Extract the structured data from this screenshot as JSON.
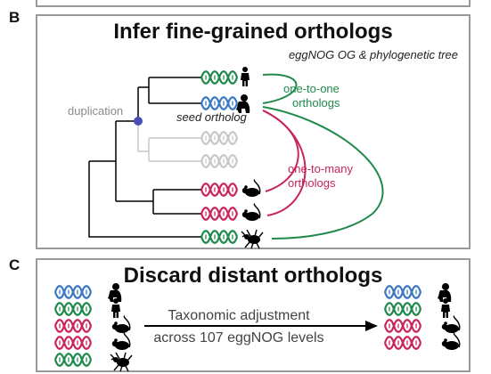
{
  "panel_b": {
    "letter": "B",
    "title": "Infer fine-grained orthologs",
    "subtitle": "eggNOG OG & phylogenetic tree",
    "duplication_label": "duplication",
    "seed_label": "seed ortholog",
    "one_to_one_line1": "one-to-one",
    "one_to_one_line2": "orthologs",
    "one_to_many_line1": "one-to-many",
    "one_to_many_line2": "orthologs"
  },
  "panel_c": {
    "letter": "C",
    "title": "Discard distant orthologs",
    "arrow_line1": "Taxonomic adjustment",
    "arrow_line2": "across 107 eggNOG levels"
  },
  "colors": {
    "green": "#1f8a4c",
    "blue": "#3a78c2",
    "magenta": "#c8245e",
    "grey": "#c8c8c8",
    "node": "#4a4fb5",
    "frame": "#9a9a9a"
  },
  "icons": [
    "human-icon",
    "gorilla-icon",
    "mouse-icon",
    "insect-icon"
  ]
}
